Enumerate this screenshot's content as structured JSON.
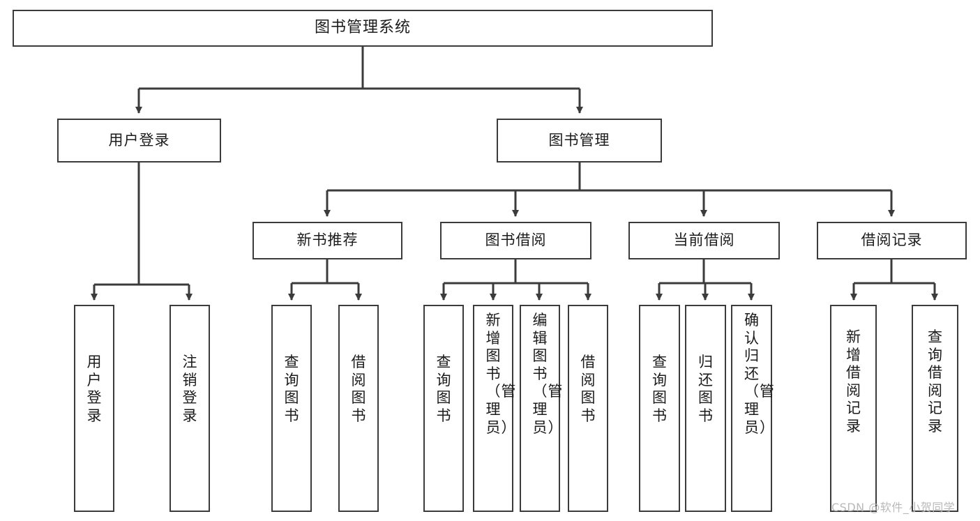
{
  "diagram": {
    "type": "tree",
    "title": "图书管理系统",
    "nodes": {
      "root": {
        "label": "图书管理系统"
      },
      "level2": [
        {
          "id": "user-login",
          "label": "用户登录"
        },
        {
          "id": "book-manage",
          "label": "图书管理"
        }
      ],
      "level3": [
        {
          "id": "new-book-rec",
          "label": "新书推荐"
        },
        {
          "id": "book-borrow",
          "label": "图书借阅"
        },
        {
          "id": "current-borrow",
          "label": "当前借阅"
        },
        {
          "id": "borrow-record",
          "label": "借阅记录"
        }
      ],
      "leaves": {
        "user_login": [
          {
            "id": "leaf-user-login",
            "label": "用户登录"
          },
          {
            "id": "leaf-logout",
            "label": "注销登录"
          }
        ],
        "new_book_rec": [
          {
            "id": "leaf-query-book-1",
            "label": "查询图书"
          },
          {
            "id": "leaf-borrow-book-1",
            "label": "借阅图书"
          }
        ],
        "book_borrow": [
          {
            "id": "leaf-query-book-2",
            "label": "查询图书"
          },
          {
            "id": "leaf-add-book",
            "label": "新增图书（管理员）"
          },
          {
            "id": "leaf-edit-book",
            "label": "编辑图书（管理员）"
          },
          {
            "id": "leaf-borrow-book-2",
            "label": "借阅图书"
          }
        ],
        "current_borrow": [
          {
            "id": "leaf-query-book-3",
            "label": "查询图书"
          },
          {
            "id": "leaf-return-book",
            "label": "归还图书"
          },
          {
            "id": "leaf-confirm-return",
            "label": "确认归还（管理员）"
          }
        ],
        "borrow_record": [
          {
            "id": "leaf-add-record",
            "label": "新增借阅记录"
          },
          {
            "id": "leaf-query-record",
            "label": "查询借阅记录"
          }
        ]
      }
    },
    "colors": {
      "stroke": "#3b3b3b",
      "fill": "#ffffff",
      "text": "#1b1b1b",
      "watermark": "#b9b9b9"
    }
  },
  "watermark": {
    "text": "CSDN @软件_小贺同学"
  }
}
